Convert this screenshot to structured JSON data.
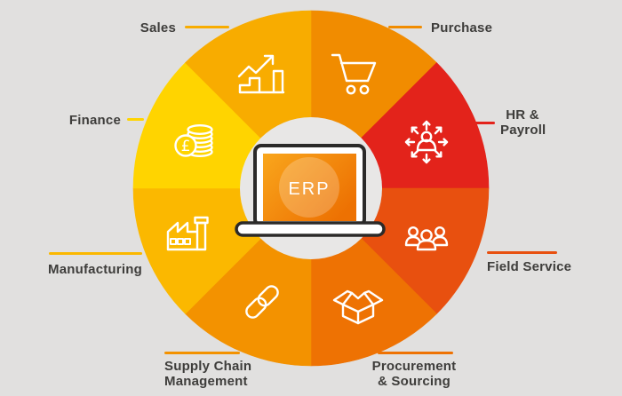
{
  "background_color": "#E1E0DF",
  "label_text_color": "#3E3D3B",
  "center": {
    "label": "ERP",
    "hole_color": "#E8E7E6",
    "screen_gradient": [
      "#F9A61C",
      "#ED7102"
    ],
    "laptop_outline_color": "#2B2A29",
    "laptop_body_color": "#FFFFFF",
    "text_color": "#FFFFFF"
  },
  "wheel": {
    "segments": [
      {
        "label": "Purchase",
        "color": "#F18C00",
        "start": 0,
        "end": 45,
        "icon": "shopping-cart-icon"
      },
      {
        "label": "HR & Payroll",
        "color": "#E3231B",
        "start": 45,
        "end": 90,
        "icon": "person-arrows-icon"
      },
      {
        "label": "Field Service",
        "color": "#E8500F",
        "start": 90,
        "end": 135,
        "icon": "people-group-icon"
      },
      {
        "label": "Procurement & Sourcing",
        "color": "#EE7203",
        "start": 135,
        "end": 180,
        "icon": "open-box-icon"
      },
      {
        "label": "Supply Chain Management",
        "color": "#F39200",
        "start": 180,
        "end": 225,
        "icon": "chain-links-icon"
      },
      {
        "label": "Manufacturing",
        "color": "#FBB800",
        "start": 225,
        "end": 270,
        "icon": "factory-icon"
      },
      {
        "label": "Finance",
        "color": "#FFD400",
        "start": 270,
        "end": 315,
        "icon": "coins-icon"
      },
      {
        "label": "Sales",
        "color": "#F8AC00",
        "start": 315,
        "end": 360,
        "icon": "growth-chart-icon"
      }
    ]
  },
  "callouts": [
    {
      "id": "sales",
      "lines": [
        "Sales"
      ],
      "line_color": "#F8AC00"
    },
    {
      "id": "purchase",
      "lines": [
        "Purchase"
      ],
      "line_color": "#F18C00"
    },
    {
      "id": "hr-payroll",
      "lines": [
        "HR &",
        "Payroll"
      ],
      "line_color": "#E3231B"
    },
    {
      "id": "field-service",
      "lines": [
        "Field Service"
      ],
      "line_color": "#E8500F"
    },
    {
      "id": "procurement-sourcing",
      "lines": [
        "Procurement",
        "& Sourcing"
      ],
      "line_color": "#EE7203"
    },
    {
      "id": "supply-chain-management",
      "lines": [
        "Supply Chain",
        "Management"
      ],
      "line_color": "#F39200"
    },
    {
      "id": "manufacturing",
      "lines": [
        "Manufacturing"
      ],
      "line_color": "#FBB800"
    },
    {
      "id": "finance",
      "lines": [
        "Finance"
      ],
      "line_color": "#FFD400"
    }
  ]
}
